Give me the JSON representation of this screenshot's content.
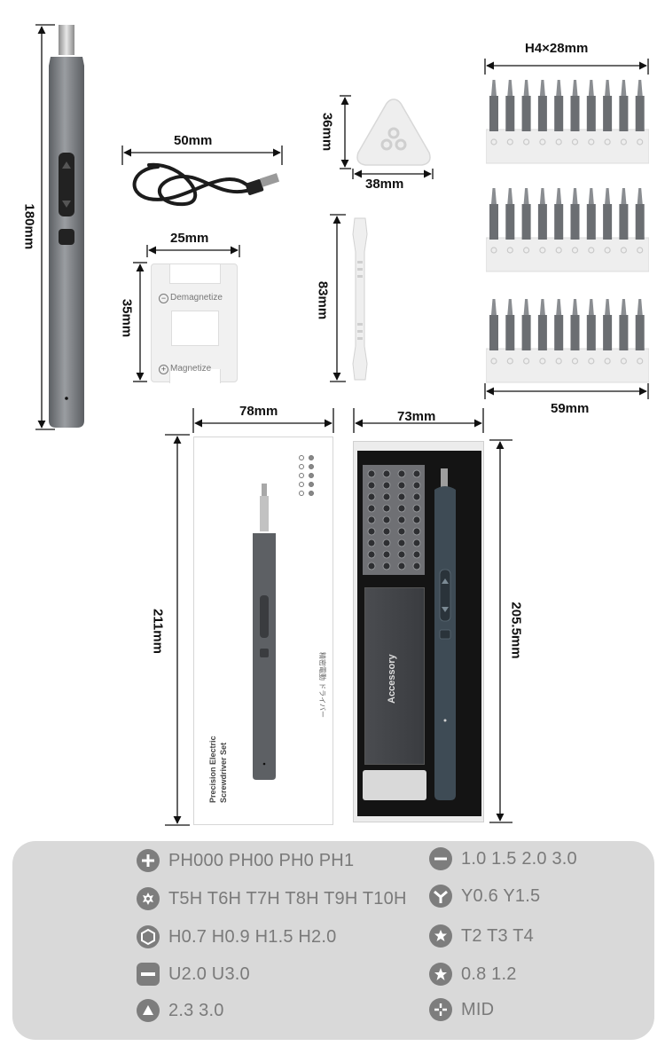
{
  "dimensions": {
    "pen_height": "180mm",
    "cable_width": "50mm",
    "pick_height": "36mm",
    "pick_width": "38mm",
    "bits_width_top": "H4×28mm",
    "magnetizer_width": "25mm",
    "magnetizer_height": "35mm",
    "tool_height": "83mm",
    "bits_width_bottom": "59mm",
    "box_width": "78mm",
    "case_width": "73mm",
    "box_height": "211mm",
    "case_height": "205.5mm"
  },
  "magnetizer": {
    "top_label": "Demagnetize",
    "bottom_label": "Magnetize"
  },
  "box": {
    "line1": "Precision Electric",
    "line2": "Screwdriver Set",
    "jp_text": "精密電動 ドライバー"
  },
  "case": {
    "accessory_label": "Accessory"
  },
  "specs": {
    "left": [
      {
        "icon": "phillips-icon",
        "text": "PH000 PH00 PH0 PH1"
      },
      {
        "icon": "torx-icon",
        "text": "T5H T6H T7H T8H T9H T10H"
      },
      {
        "icon": "hex-icon",
        "text": "H0.7 H0.9 H1.5 H2.0"
      },
      {
        "icon": "u-shape-icon",
        "text": "U2.0 U3.0"
      },
      {
        "icon": "triangle-icon",
        "text": "2.3 3.0"
      }
    ],
    "right": [
      {
        "icon": "slotted-icon",
        "text": "1.0 1.5 2.0 3.0"
      },
      {
        "icon": "tri-wing-icon",
        "text": "Y0.6 Y1.5"
      },
      {
        "icon": "pentalobe-icon",
        "text": "T2 T3 T4"
      },
      {
        "icon": "star-icon",
        "text": "0.8 1.2"
      },
      {
        "icon": "mid-icon",
        "text": "MID"
      }
    ]
  }
}
